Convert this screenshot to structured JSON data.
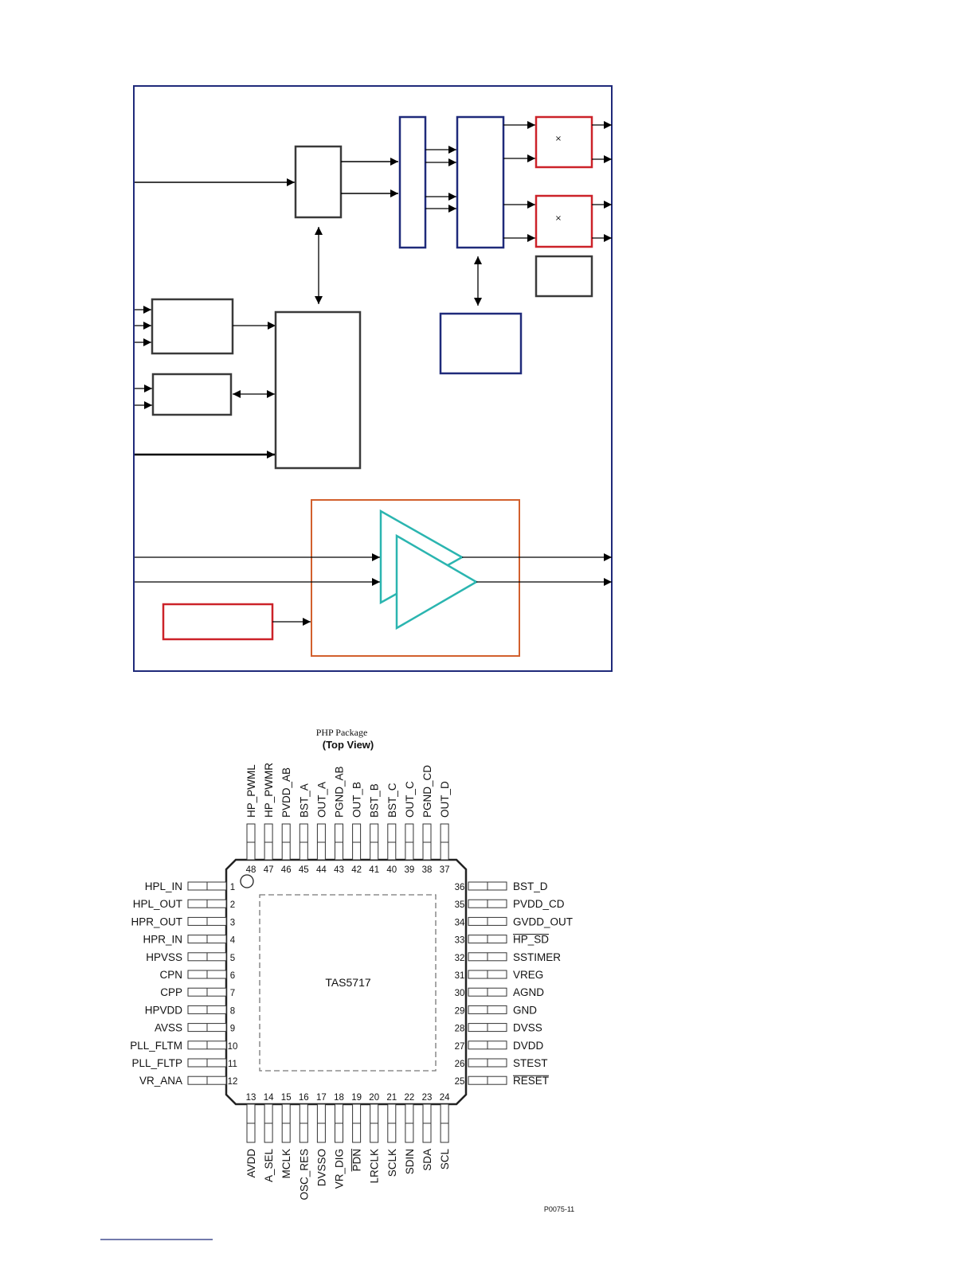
{
  "colors": {
    "frame": "#1f2a7a",
    "dark_block": "#3a3a3a",
    "red_block": "#cc2229",
    "blue_block": "#1f2a7a",
    "orange_block": "#d2602d",
    "amp": "#2bb5b0",
    "pin": "#333333"
  },
  "block_diagram": {
    "bridge_marks": [
      "×",
      "×"
    ]
  },
  "package": {
    "title": "PHP Package",
    "subtitle": "(Top View)",
    "chip_label": "TAS5717",
    "code": "P0075-11",
    "pins_left": [
      {
        "num": "1",
        "name": "HPL_IN"
      },
      {
        "num": "2",
        "name": "HPL_OUT"
      },
      {
        "num": "3",
        "name": "HPR_OUT"
      },
      {
        "num": "4",
        "name": "HPR_IN"
      },
      {
        "num": "5",
        "name": "HPVSS"
      },
      {
        "num": "6",
        "name": "CPN"
      },
      {
        "num": "7",
        "name": "CPP"
      },
      {
        "num": "8",
        "name": "HPVDD"
      },
      {
        "num": "9",
        "name": "AVSS"
      },
      {
        "num": "10",
        "name": "PLL_FLTM"
      },
      {
        "num": "11",
        "name": "PLL_FLTP"
      },
      {
        "num": "12",
        "name": "VR_ANA"
      }
    ],
    "pins_bottom": [
      {
        "num": "13",
        "name": "AVDD"
      },
      {
        "num": "14",
        "name": "A_SEL"
      },
      {
        "num": "15",
        "name": "MCLK"
      },
      {
        "num": "16",
        "name": "OSC_RES"
      },
      {
        "num": "17",
        "name": "DVSSO"
      },
      {
        "num": "18",
        "name": "VR_DIG"
      },
      {
        "num": "19",
        "name": "PDN",
        "overbar": true
      },
      {
        "num": "20",
        "name": "LRCLK"
      },
      {
        "num": "21",
        "name": "SCLK"
      },
      {
        "num": "22",
        "name": "SDIN"
      },
      {
        "num": "23",
        "name": "SDA"
      },
      {
        "num": "24",
        "name": "SCL"
      }
    ],
    "pins_right": [
      {
        "num": "36",
        "name": "BST_D"
      },
      {
        "num": "35",
        "name": "PVDD_CD"
      },
      {
        "num": "34",
        "name": "GVDD_OUT"
      },
      {
        "num": "33",
        "name": "HP_SD",
        "overbar": true
      },
      {
        "num": "32",
        "name": "SSTIMER"
      },
      {
        "num": "31",
        "name": "VREG"
      },
      {
        "num": "30",
        "name": "AGND"
      },
      {
        "num": "29",
        "name": "GND"
      },
      {
        "num": "28",
        "name": "DVSS"
      },
      {
        "num": "27",
        "name": "DVDD"
      },
      {
        "num": "26",
        "name": "STEST"
      },
      {
        "num": "25",
        "name": "RESET",
        "overbar": true
      }
    ],
    "pins_top": [
      {
        "num": "48",
        "name": "HP_PWML"
      },
      {
        "num": "47",
        "name": "HP_PWMR"
      },
      {
        "num": "46",
        "name": "PVDD_AB"
      },
      {
        "num": "45",
        "name": "BST_A"
      },
      {
        "num": "44",
        "name": "OUT_A"
      },
      {
        "num": "43",
        "name": "PGND_AB"
      },
      {
        "num": "42",
        "name": "OUT_B"
      },
      {
        "num": "41",
        "name": "BST_B"
      },
      {
        "num": "40",
        "name": "BST_C"
      },
      {
        "num": "39",
        "name": "OUT_C"
      },
      {
        "num": "38",
        "name": "PGND_CD"
      },
      {
        "num": "37",
        "name": "OUT_D"
      }
    ]
  }
}
